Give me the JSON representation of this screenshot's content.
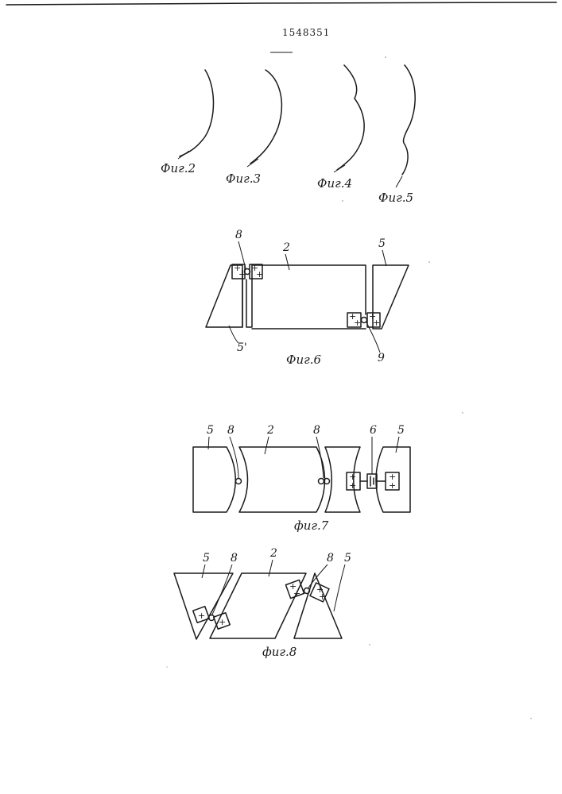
{
  "document": {
    "patent_number": "1548351"
  },
  "figures": {
    "fig2": {
      "caption": "Фиг.2"
    },
    "fig3": {
      "caption": "Фиг.3"
    },
    "fig4": {
      "caption": "Фиг.4"
    },
    "fig5": {
      "caption": "Фиг.5"
    },
    "fig6": {
      "caption": "Фиг.6",
      "labels": {
        "hinge_top": "8",
        "center_plate": "2",
        "right_plate": "5",
        "left_plate": "5'",
        "hinge_bottom": "9"
      }
    },
    "fig7": {
      "caption": "фиг.7",
      "labels": {
        "left_plate": "5",
        "hinge_left": "8",
        "center_plate": "2",
        "hinge_right": "8",
        "actuator": "6",
        "right_plate": "5"
      }
    },
    "fig8": {
      "caption": "фиг.8",
      "labels": {
        "left_plate": "5",
        "hinge_left": "8",
        "center_plate": "2",
        "hinge_right": "8",
        "right_plate": "5"
      }
    }
  },
  "symbols": {
    "plus": "+"
  },
  "colors": {
    "ink": "#1a1a1a",
    "paper": "#ffffff"
  }
}
